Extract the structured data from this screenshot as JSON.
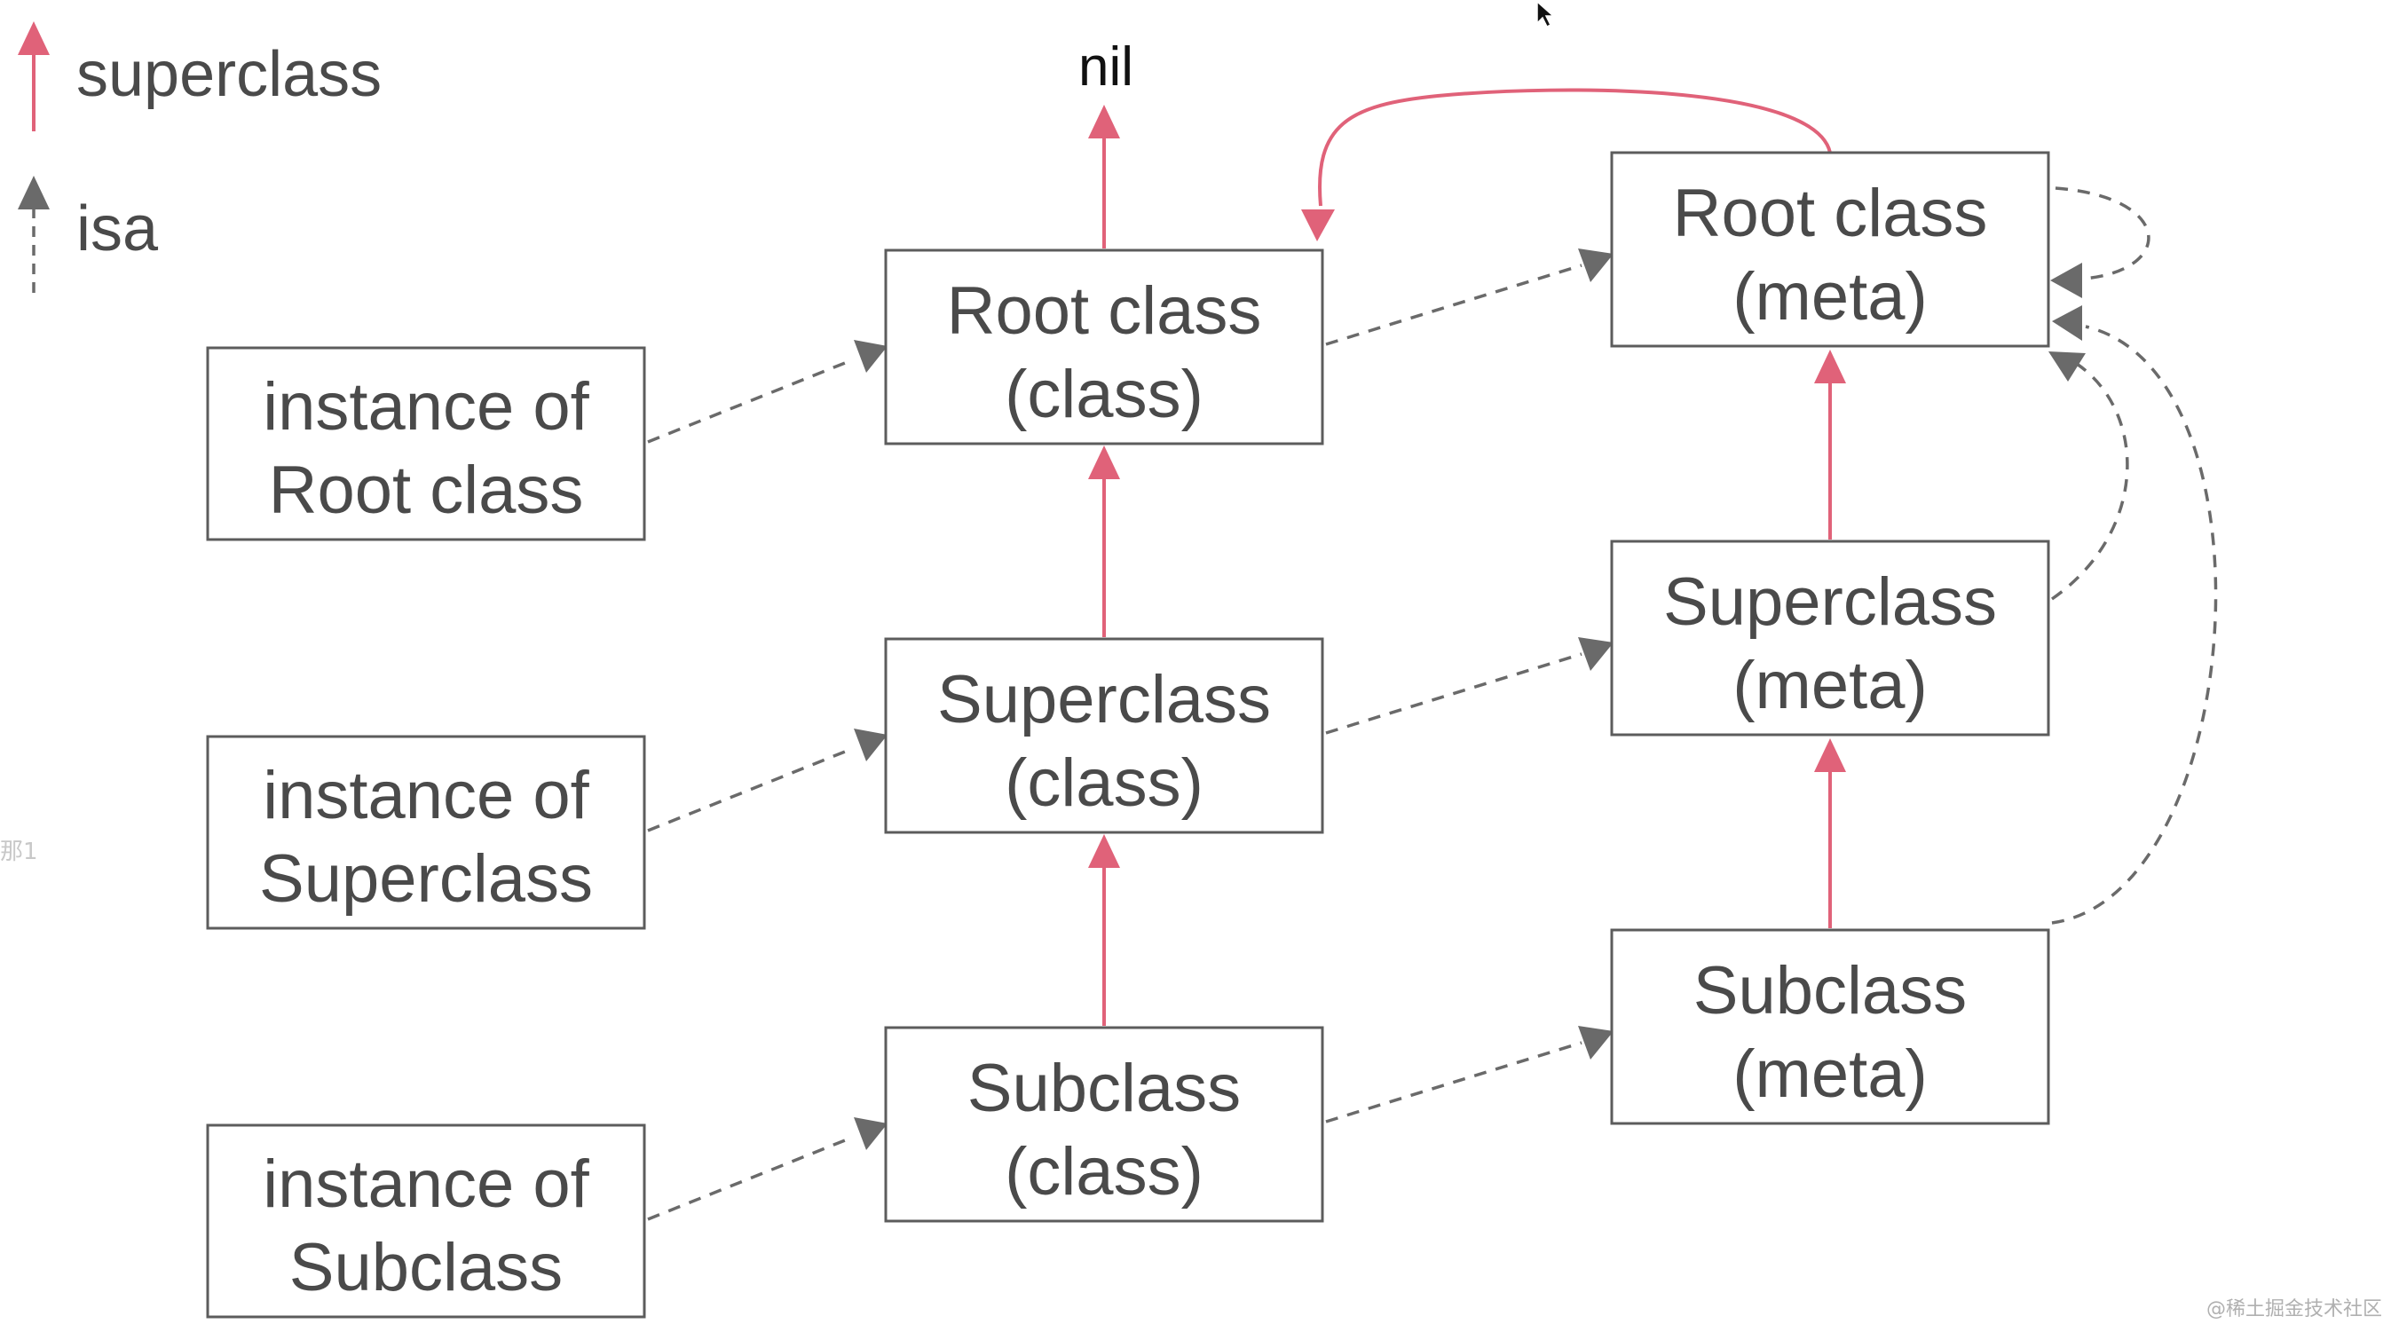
{
  "legend": {
    "superclass_label": "superclass",
    "isa_label": "isa"
  },
  "nil_label": "nil",
  "nodes": {
    "inst_root": [
      "instance of",
      "Root class"
    ],
    "inst_super": [
      "instance of",
      "Superclass"
    ],
    "inst_sub": [
      "instance of",
      "Subclass"
    ],
    "root_class": [
      "Root class",
      "(class)"
    ],
    "super_class": [
      "Superclass",
      "(class)"
    ],
    "sub_class": [
      "Subclass",
      "(class)"
    ],
    "root_meta": [
      "Root class",
      "(meta)"
    ],
    "super_meta": [
      "Superclass",
      "(meta)"
    ],
    "sub_meta": [
      "Subclass",
      "(meta)"
    ]
  },
  "edges": {
    "superclass": [
      [
        "root_class",
        "nil"
      ],
      [
        "super_class",
        "root_class"
      ],
      [
        "sub_class",
        "super_class"
      ],
      [
        "root_meta",
        "root_class"
      ],
      [
        "super_meta",
        "root_meta"
      ],
      [
        "sub_meta",
        "super_meta"
      ]
    ],
    "isa": [
      [
        "inst_root",
        "root_class"
      ],
      [
        "inst_super",
        "super_class"
      ],
      [
        "inst_sub",
        "sub_class"
      ],
      [
        "root_class",
        "root_meta"
      ],
      [
        "super_class",
        "super_meta"
      ],
      [
        "sub_class",
        "sub_meta"
      ],
      [
        "root_meta",
        "root_meta"
      ],
      [
        "super_meta",
        "root_meta"
      ],
      [
        "sub_meta",
        "root_meta"
      ]
    ]
  },
  "colors": {
    "superclass_arrow": "#e06279",
    "isa_arrow": "#6a6a6a",
    "box_border": "#5c5c5c",
    "text": "#4a4a4a"
  },
  "side_mark": "那1",
  "watermark": "@稀土掘金技术社区"
}
